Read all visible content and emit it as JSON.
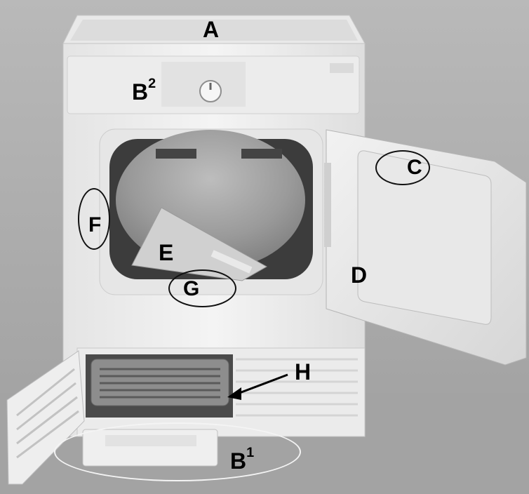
{
  "photo": {
    "subject": "tumble dryer with door and filter panel open",
    "labels": {
      "a": "A",
      "b2": "B",
      "b2_sup": "2",
      "c": "C",
      "d": "D",
      "e": "E",
      "f": "F",
      "g": "G",
      "h": "H",
      "b1": "B",
      "b1_sup": "1"
    },
    "colors": {
      "marker": "#111111",
      "marker_white": "#f4f4f4",
      "background": "#ababab"
    }
  }
}
